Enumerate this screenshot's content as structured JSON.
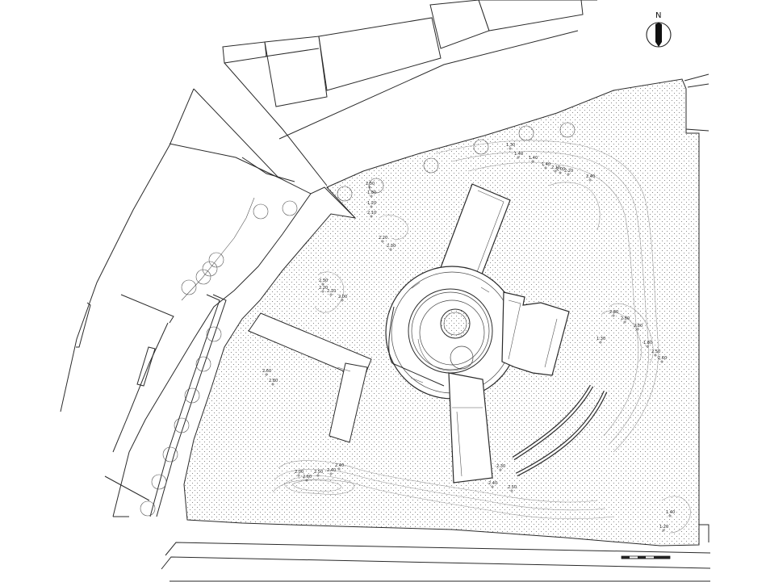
{
  "north_arrow": {
    "label": "N"
  },
  "levels": [
    "1.30",
    "1.40",
    "1.40",
    "1.40",
    "2.10",
    "2.00",
    "2.20",
    "2.40",
    "2.50",
    "1.30",
    "1.20",
    "2.10",
    "2.20",
    "2.30",
    "2.30",
    "2.20",
    "2.10",
    "2.00",
    "2.80",
    "2.80",
    "2.80",
    "1.30",
    "1.80",
    "2.50",
    "2.60",
    "2.60",
    "2.80",
    "2.00",
    "2.60",
    "2.50",
    "2.40",
    "2.40",
    "2.30",
    "2.40",
    "2.50",
    "1.40",
    "1.20"
  ]
}
